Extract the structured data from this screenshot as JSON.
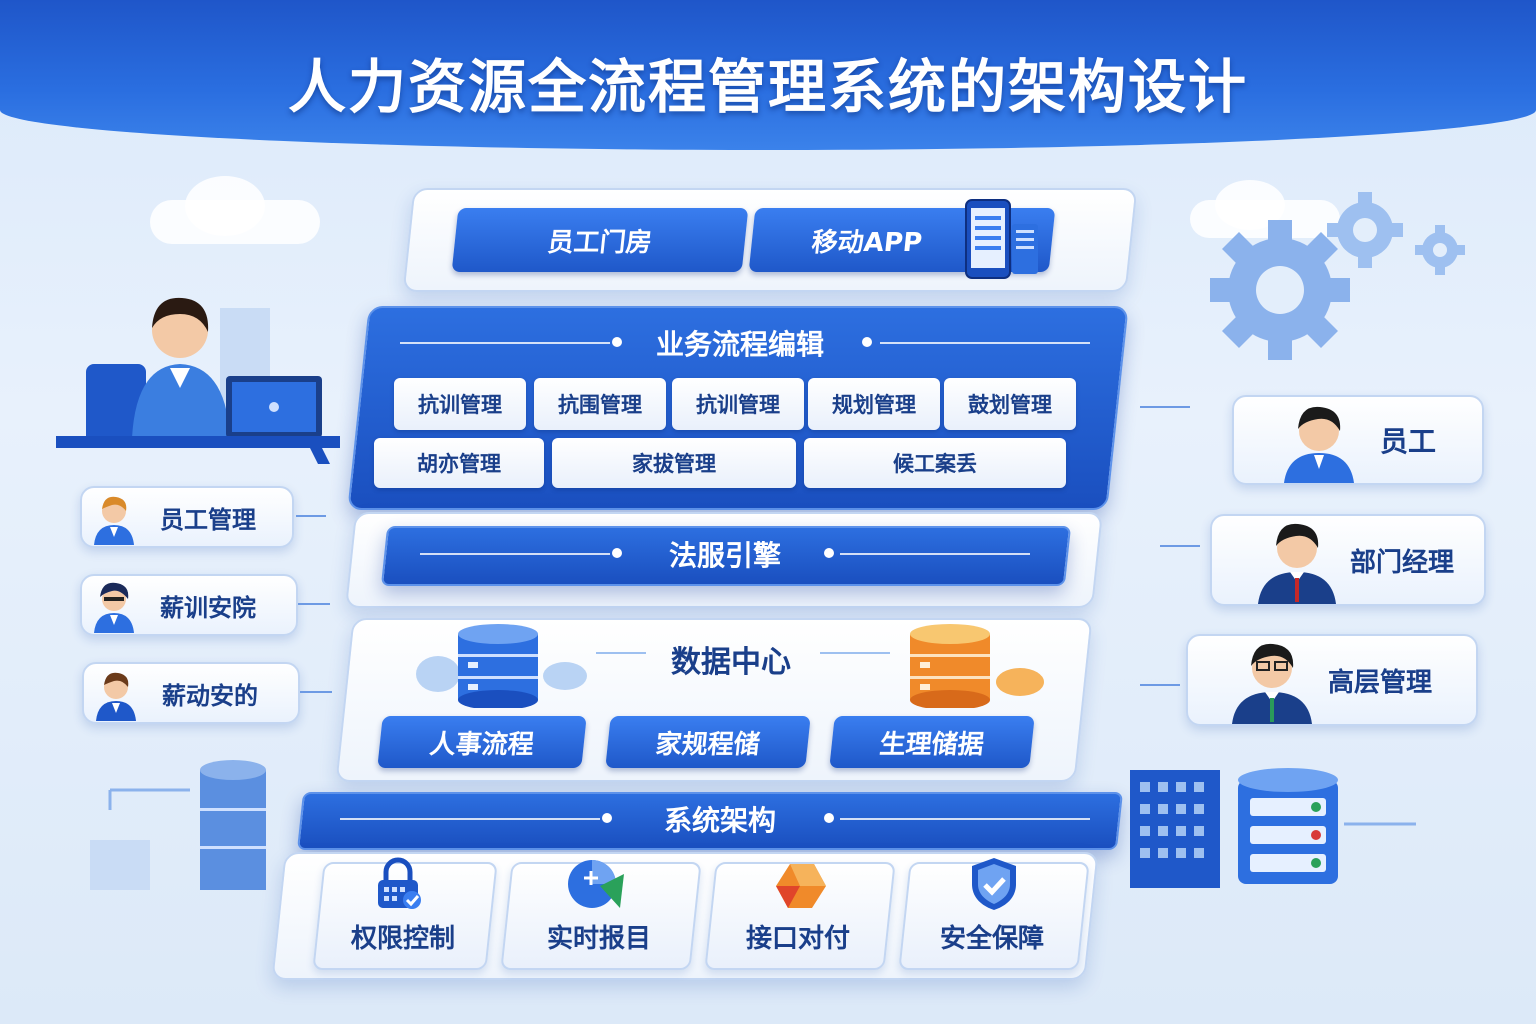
{
  "title": "人力资源全流程管理系统的架构设计",
  "access_layer": {
    "buttons": [
      "员工门房",
      "移动APP"
    ]
  },
  "business_layer": {
    "label": "业务流程编辑",
    "modules_row1": [
      "抗训管理",
      "抗围管理",
      "抗训管理",
      "规划管理",
      "鼓划管理"
    ],
    "modules_row2": [
      "胡亦管理",
      "家拔管理",
      "候工案丢"
    ]
  },
  "service_layer": {
    "label": "法服引擎"
  },
  "data_layer": {
    "label": "数据中心",
    "buttons": [
      "人事流程",
      "家规程储",
      "生理储据"
    ]
  },
  "infra_layer": {
    "label": "系统架构",
    "tiles": [
      "权限控制",
      "实时报目",
      "接口对付",
      "安全保障"
    ]
  },
  "left_roles": [
    "员工管理",
    "薪训安院",
    "薪动安的"
  ],
  "right_roles": [
    "员工",
    "部门经理",
    "高层管理"
  ],
  "colors": {
    "primary": "#1f58c9",
    "header": "#2a6ee0",
    "accent_orange": "#f08a2a",
    "text_dark": "#1a3f8a"
  }
}
